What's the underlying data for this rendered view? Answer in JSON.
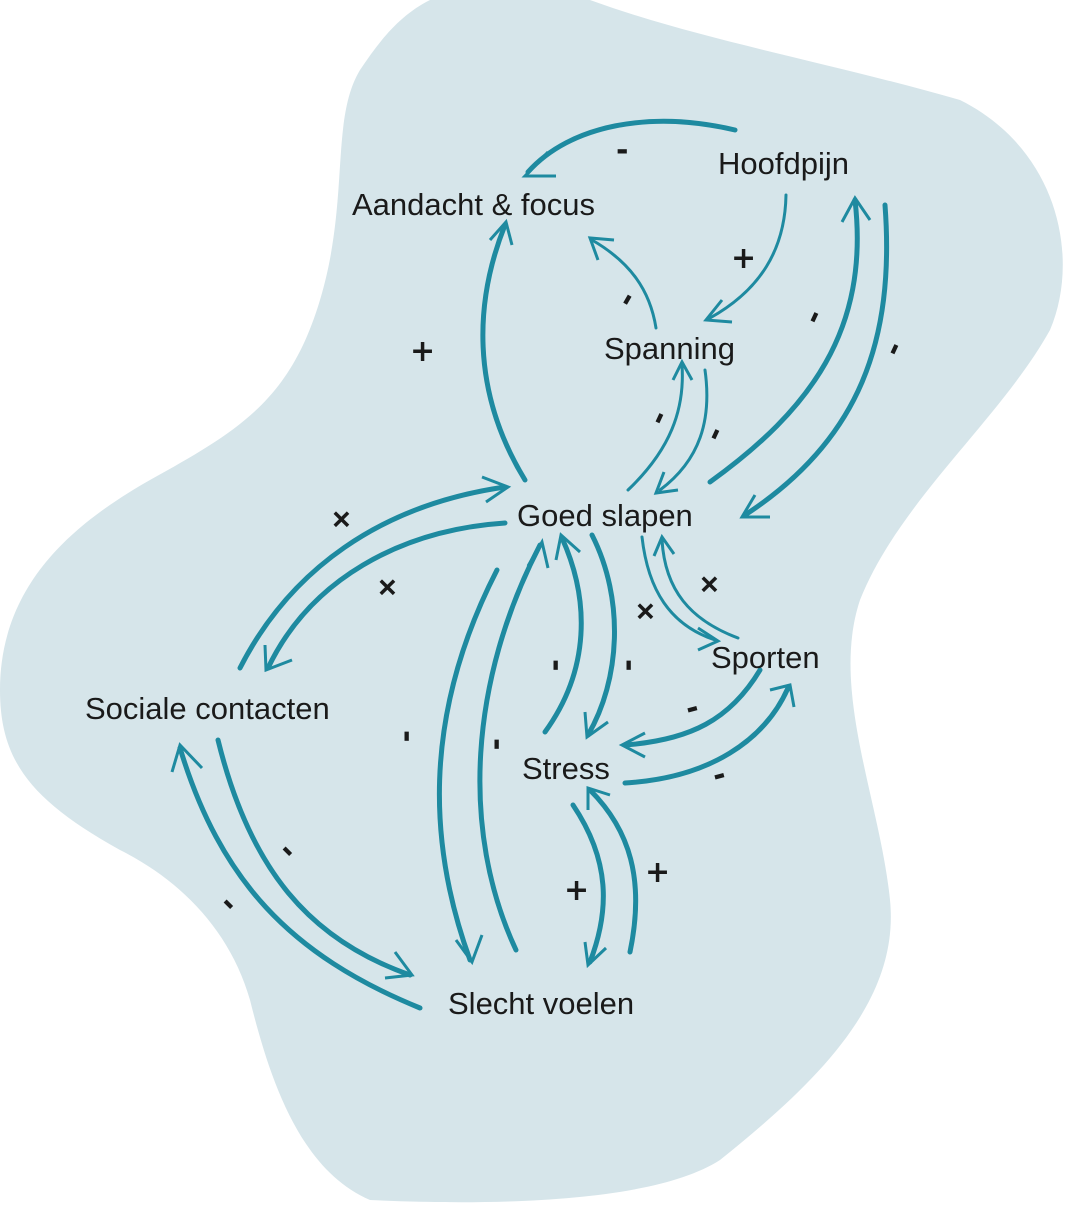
{
  "colors": {
    "background_blob": "#d6e5ea",
    "arrow": "#1e8aa0",
    "text": "#1a1a1a"
  },
  "nodes": {
    "aandacht": "Aandacht & focus",
    "hoofdpijn": "Hoofdpijn",
    "spanning": "Spanning",
    "goed_slapen": "Goed slapen",
    "sociale_contacten": "Sociale contacten",
    "sporten": "Sporten",
    "stress": "Stress",
    "slecht_voelen": "Slecht voelen"
  },
  "links": [
    {
      "from": "Hoofdpijn",
      "to": "Aandacht & focus",
      "sign": "-"
    },
    {
      "from": "Hoofdpijn",
      "to": "Spanning",
      "sign": "+"
    },
    {
      "from": "Spanning",
      "to": "Aandacht & focus",
      "sign": "-"
    },
    {
      "from": "Hoofdpijn",
      "to": "Goed slapen",
      "sign": "-"
    },
    {
      "from": "Goed slapen",
      "to": "Hoofdpijn",
      "sign": "-"
    },
    {
      "from": "Goed slapen",
      "to": "Aandacht & focus",
      "sign": "+"
    },
    {
      "from": "Goed slapen",
      "to": "Spanning",
      "sign": "-"
    },
    {
      "from": "Spanning",
      "to": "Goed slapen",
      "sign": "-"
    },
    {
      "from": "Sociale contacten",
      "to": "Goed slapen",
      "sign": "+"
    },
    {
      "from": "Goed slapen",
      "to": "Sociale contacten",
      "sign": "+"
    },
    {
      "from": "Goed slapen",
      "to": "Sporten",
      "sign": "+"
    },
    {
      "from": "Sporten",
      "to": "Goed slapen",
      "sign": "+"
    },
    {
      "from": "Goed slapen",
      "to": "Stress",
      "sign": "-"
    },
    {
      "from": "Stress",
      "to": "Goed slapen",
      "sign": "-"
    },
    {
      "from": "Sporten",
      "to": "Stress",
      "sign": "-"
    },
    {
      "from": "Stress",
      "to": "Sporten",
      "sign": "-"
    },
    {
      "from": "Goed slapen",
      "to": "Slecht voelen",
      "sign": "-"
    },
    {
      "from": "Slecht voelen",
      "to": "Goed slapen",
      "sign": "-"
    },
    {
      "from": "Sociale contacten",
      "to": "Slecht voelen",
      "sign": "-"
    },
    {
      "from": "Slecht voelen",
      "to": "Sociale contacten",
      "sign": "-"
    },
    {
      "from": "Stress",
      "to": "Slecht voelen",
      "sign": "+"
    },
    {
      "from": "Slecht voelen",
      "to": "Stress",
      "sign": "+"
    }
  ]
}
